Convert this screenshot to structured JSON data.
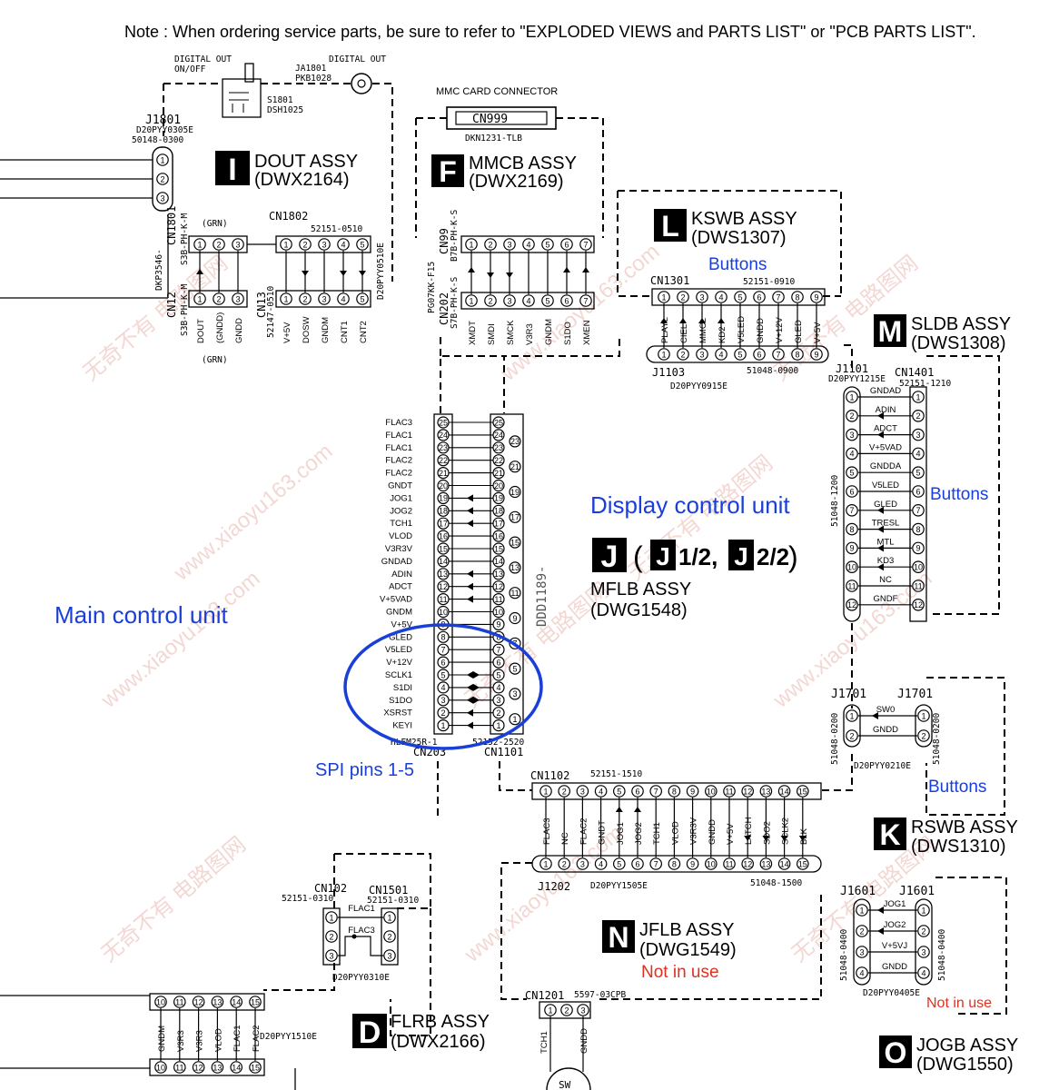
{
  "note": "Note : When ordering service parts, be sure to refer to \"EXPLODED VIEWS and PARTS LIST\" or \"PCB PARTS LIST\".",
  "watermarks": [
    "无奇不有 电路图网",
    "www.xiaoyu163.com"
  ],
  "assemblies": {
    "I": {
      "letter": "I",
      "name": "DOUT ASSY",
      "code": "(DWX2164)"
    },
    "F": {
      "letter": "F",
      "name": "MMCB ASSY",
      "code": "(DWX2169)"
    },
    "L": {
      "letter": "L",
      "name": "KSWB ASSY",
      "code": "(DWS1307)",
      "sub": "Buttons"
    },
    "M": {
      "letter": "M",
      "name": "SLDB ASSY",
      "code": "(DWS1308)",
      "sub": "Buttons"
    },
    "J": {
      "letter": "J",
      "name": "MFLB ASSY",
      "code": "(DWG1548)",
      "part1": "J",
      "part1_frac": "1/2,",
      "part2": "J",
      "part2_frac": "2/2"
    },
    "K": {
      "letter": "K",
      "name": "RSWB ASSY",
      "code": "(DWS1310)",
      "sub": "Buttons"
    },
    "N": {
      "letter": "N",
      "name": "JFLB ASSY",
      "code": "(DWG1549)",
      "sub": "Not in use"
    },
    "D": {
      "letter": "D",
      "name": "FLRB ASSY",
      "code": "(DWX2166)"
    },
    "O": {
      "letter": "O",
      "name": "JOGB ASSY",
      "code": "(DWG1550)",
      "sub": "Not in use"
    }
  },
  "annotations": {
    "main_unit": "Main control unit",
    "display_unit": "Display control unit",
    "spi": "SPI pins 1-5"
  },
  "parts": {
    "digital_onoff": "DIGITAL OUT\nON/OFF",
    "digital_onoff_1": "DIGITAL OUT",
    "digital_onoff_2": "ON/OFF",
    "digital_out": "DIGITAL OUT",
    "ja1801": "JA1801",
    "pkb1028": "PKB1028",
    "s1801": "S1801",
    "dsh1025": "DSH1025",
    "mmc_card": "MMC CARD CONNECTOR",
    "cn999": "CN999",
    "dkn": "DKN1231-TLB",
    "j1801": "J1801",
    "j1801_p": "D20PYY0305E",
    "j1801_n": "50148-0300",
    "cn1801": "CN1801",
    "cn1801_t": "S3B-PH-K-M",
    "grn": "(GRN)",
    "cn1802": "CN1802",
    "cn1802_n": "52151-0510",
    "cn1802_p": "D20PYY0510E",
    "dkp": "DKP3546-",
    "cn12": "CN12",
    "cn12_t": "S3B-PH-K-M",
    "cn13": "CN13",
    "cn13_n": "52147-0510",
    "cn99": "CN99",
    "cn99_t": "B7B-PH-K-S",
    "pg07": "PG07KK-F15",
    "cn202": "CN202",
    "cn202_t": "S7B-PH-K-S",
    "cn1301": "CN1301",
    "cn1301_n": "52151-0910",
    "j1103": "J1103",
    "j1103_p": "D20PYY0915E",
    "j1103_n": "51048-0900",
    "j1101": "J1101",
    "j1101_p": "D20PYY1215E",
    "cn1401": "CN1401",
    "cn1401_n": "52151-1210",
    "j1101_n": "51048-1200",
    "dd": "DDD1189-",
    "cn203": "CN203",
    "cn203_t": "HLEM25R-1",
    "cn1101": "CN1101",
    "cn1101_t": "52152-2520",
    "cn1102": "CN1102",
    "cn1102_n": "52151-1510",
    "j1202": "J1202",
    "j1202_p": "D20PYY1505E",
    "j1202_n": "51048-1500",
    "j1701a": "J1701",
    "j1701b": "J1701",
    "j1701_n": "51048-0200",
    "j1701_p": "D20PYY0210E",
    "j1601a": "J1601",
    "j1601b": "J1601",
    "j1601_n": "51048-0400",
    "j1601_p": "D20PYY0405E",
    "cn102": "CN102",
    "cn102_n": "52151-0310",
    "cn1501": "CN1501",
    "cn1501_n": "52151-0310",
    "cn102_p": "D20PYY0310E",
    "cn1201": "CN1201",
    "cn1201_n": "5597-03CPB",
    "sw": "SW",
    "d20_1510": "D20PYY1510E"
  },
  "signals": {
    "cn12": [
      "DOUT",
      "(GNDD)",
      "GNDD"
    ],
    "cn13": [
      "V+5V",
      "DOSW",
      "GNDM",
      "CNT1",
      "CNT2"
    ],
    "cn202": [
      "XMDT",
      "SMDI",
      "SMCK",
      "V3R3",
      "GNDM",
      "S1DO",
      "XMEN"
    ],
    "cn1301": [
      "PLAYL",
      "CIEL",
      "MMCL",
      "KD2",
      "V5LED",
      "GNDD",
      "V+12V",
      "GLED",
      "V+5V"
    ],
    "cn1401": [
      "GNDAD",
      "ADIN",
      "ADCT",
      "V+5VAD",
      "GNDDA",
      "V5LED",
      "GLED",
      "TRESL",
      "MTL",
      "KD3",
      "NC",
      "GNDF"
    ],
    "cn203": [
      "FLAC3",
      "FLAC1",
      "FLAC1",
      "FLAC2",
      "FLAC2",
      "GNDT",
      "JOG1",
      "JOG2",
      "TCH1",
      "VLOD",
      "V3R3V",
      "GNDAD",
      "ADIN",
      "ADCT",
      "V+5VAD",
      "GNDM",
      "V+5V",
      "GLED",
      "V5LED",
      "V+12V",
      "SCLK1",
      "S1DI",
      "S1DO",
      "XSRST",
      "KEYI"
    ],
    "cn1102": [
      "FLAC3",
      "NC",
      "FLAC2",
      "GNDT",
      "JOG1",
      "JOG2",
      "TCH1",
      "VLOD",
      "V3R3V",
      "GNDD",
      "V+5V",
      "LATCH",
      "SDO2",
      "SCLK2",
      "BLK"
    ],
    "j1701": [
      "SW0",
      "GNDD"
    ],
    "j1601": [
      "JOG1",
      "JOG2",
      "V+5VJ",
      "GNDD"
    ],
    "cn102": [
      "FLAC1",
      "FLAC3"
    ],
    "cn1201": [
      "TCH1",
      "GNDD"
    ],
    "bottom": [
      "GNDM",
      "V3R3",
      "V3R3",
      "VLOD",
      "FLAC1",
      "FLAC2"
    ],
    "bottom_pins": [
      "10",
      "11",
      "12",
      "13",
      "14",
      "15"
    ]
  },
  "colors": {
    "blue": "#1a3fd9",
    "red": "#e0301e"
  }
}
